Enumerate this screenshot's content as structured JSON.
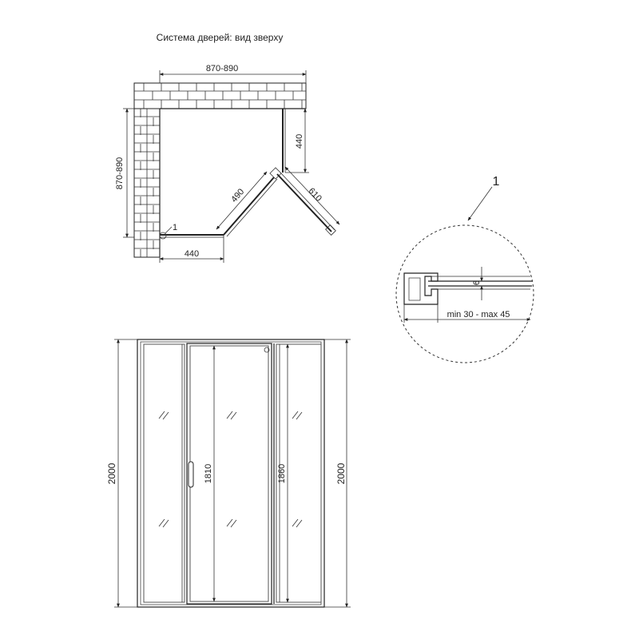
{
  "top_view": {
    "title": "Система дверей: вид зверху",
    "dim_width": "870-890",
    "dim_depth": "870-890",
    "dim_fixed_right": "440",
    "dim_fixed_left": "440",
    "dim_door_490": "490",
    "dim_door_610": "610",
    "callout_marker": "1"
  },
  "detail": {
    "callout_label": "1",
    "dim_thickness": "6",
    "dim_adjust": "min 30 - max 45"
  },
  "front_view": {
    "dim_height_left": "2000",
    "dim_height_right": "2000",
    "dim_door_height": "1810",
    "dim_fixed_height": "1860"
  },
  "colors": {
    "line": "#222222",
    "background": "#ffffff"
  }
}
